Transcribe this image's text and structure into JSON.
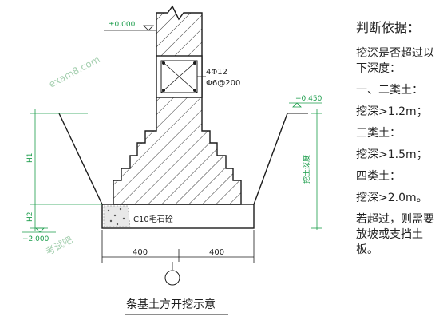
{
  "diagram": {
    "title": "条基土方开挖示意",
    "elevation_top": "±0.000",
    "elevation_ground": "−0.450",
    "elevation_bottom": "−2.000",
    "rebar_main": "4Φ12",
    "rebar_stirrup": "Φ6@200",
    "cushion_label": "C10毛石砼",
    "depth_label_h1": "H1",
    "depth_label_h2": "H2",
    "depth_label_right": "挖土深度",
    "width_left": "400",
    "width_right": "400",
    "watermark_1": "exam8.com",
    "watermark_2": "考试吧"
  },
  "criteria": {
    "title": "判断依据：",
    "intro": "挖深是否超过以下深度：",
    "cat12": "一、二类土：",
    "cat12_depth": "挖深>1.2m；",
    "cat3": "三类土：",
    "cat3_depth": "挖深>1.5m；",
    "cat4": "四类土：",
    "cat4_depth": "挖深>2.0m。",
    "conclusion": "若超过，则需要放坡或支挡土板。"
  },
  "colors": {
    "line": "#1c1c1c",
    "dim": "#1a9c4a",
    "watermark": "#5aa86e"
  }
}
